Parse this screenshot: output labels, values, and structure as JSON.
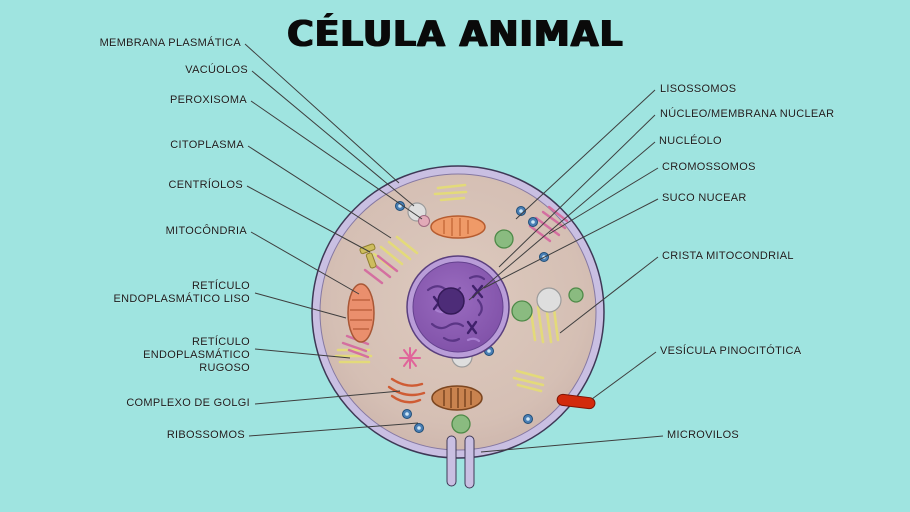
{
  "title": "CÉLULA ANIMAL",
  "left_labels": [
    {
      "text": "MEMBRANA PLASMÁTICA"
    },
    {
      "text": "VACÚOLOS"
    },
    {
      "text": "PEROXISOMA"
    },
    {
      "text": "CITOPLASMA"
    },
    {
      "text": "CENTRÍOLOS"
    },
    {
      "text": "MITOCÔNDRIA"
    },
    {
      "text": "RETÍCULO ENDOPLASMÁTICO LISO"
    },
    {
      "text": "RETÍCULO ENDOPLASMÁTICO RUGOSO"
    },
    {
      "text": "COMPLEXO DE GOLGI"
    },
    {
      "text": "RIBOSSOMOS"
    }
  ],
  "right_labels": [
    {
      "text": "LISOSSOMOS"
    },
    {
      "text": "NÚCLEO/MEMBRANA NUCLEAR"
    },
    {
      "text": "NUCLÉOLO"
    },
    {
      "text": "CROMOSSOMOS"
    },
    {
      "text": "SUCO NUCEAR"
    },
    {
      "text": "CRISTA MITOCONDRIAL"
    },
    {
      "text": "VESÍCULA PINOCITÓTICA"
    },
    {
      "text": "MICROVILOS"
    }
  ],
  "colors": {
    "background": "#9fe4e0",
    "title_color": "#0a0a0a",
    "cell_membrane": "#c9bfe2",
    "cytoplasm": "#d5bfb4",
    "nucleus": "#8a5fb0",
    "nucleolus": "#4d2c78",
    "leader_line": "#3e3e3e"
  }
}
